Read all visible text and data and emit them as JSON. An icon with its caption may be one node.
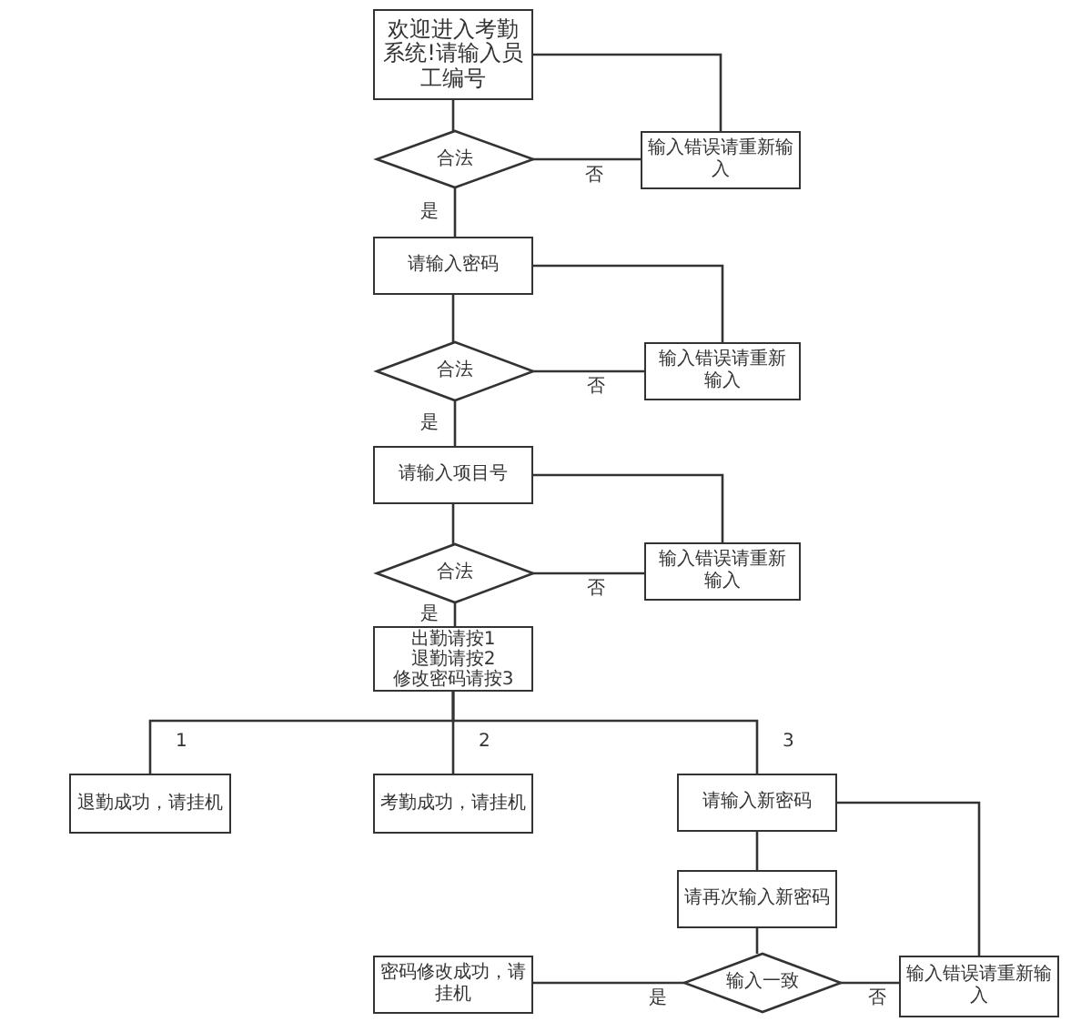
{
  "diagram": {
    "nodes": [
      {
        "text": [
          "欢迎进入考勤系统!请输入员工编号"
        ]
      },
      {
        "text": [
          "合法"
        ]
      },
      {
        "text": [
          "输入错误请重新输入"
        ]
      },
      {
        "text": [
          "请输入密码"
        ]
      },
      {
        "text": [
          "合法"
        ]
      },
      {
        "text": [
          "输入错误请重新输入"
        ]
      },
      {
        "text": [
          "请输入项目号"
        ]
      },
      {
        "text": [
          "合法"
        ]
      },
      {
        "text": [
          "输入错误请重新输入"
        ]
      },
      {
        "text": [
          "出勤请按1 退勤请按2 修改密码请按3"
        ]
      },
      {
        "text": [
          "退勤成功，请挂机"
        ]
      },
      {
        "text": [
          "考勤成功，请挂机"
        ]
      },
      {
        "text": [
          "请输入新密码"
        ]
      },
      {
        "text": [
          "请再次输入新密码"
        ]
      },
      {
        "text": [
          "输入一致"
        ]
      },
      {
        "text": [
          "输入错误请重新输入"
        ]
      },
      {
        "text": [
          "密码修改成功，请挂机"
        ]
      }
    ],
    "edges": [
      {
        "from": 0,
        "to": 1,
        "arrow": "none"
      },
      {
        "from": 1,
        "to": 2,
        "arrow": "none",
        "label": "否"
      },
      {
        "from": 2,
        "to": 0,
        "arrow": "none"
      },
      {
        "from": 1,
        "to": 3,
        "arrow": "none",
        "label": "是"
      },
      {
        "from": 3,
        "to": 4,
        "arrow": "none"
      },
      {
        "from": 4,
        "to": 5,
        "arrow": "none",
        "label": "否"
      },
      {
        "from": 5,
        "to": 3,
        "arrow": "none"
      },
      {
        "from": 4,
        "to": 6,
        "arrow": "none",
        "label": "是"
      },
      {
        "from": 6,
        "to": 7,
        "arrow": "none"
      },
      {
        "from": 7,
        "to": 8,
        "arrow": "none",
        "label": "否"
      },
      {
        "from": 8,
        "to": 6,
        "arrow": "none"
      },
      {
        "from": 7,
        "to": 9,
        "arrow": "none",
        "label": "是"
      },
      {
        "from": 9,
        "to": 10,
        "arrow": "none",
        "label": "1"
      },
      {
        "from": 9,
        "to": 11,
        "arrow": "none",
        "label": "2"
      },
      {
        "from": 9,
        "to": 12,
        "arrow": "none",
        "label": "3"
      },
      {
        "from": 12,
        "to": 13,
        "arrow": "none"
      },
      {
        "from": 13,
        "to": 14,
        "arrow": "none"
      },
      {
        "from": 14,
        "to": 15,
        "arrow": "none",
        "label": "否"
      },
      {
        "from": 15,
        "to": 12,
        "arrow": "none"
      },
      {
        "from": 14,
        "to": 16,
        "arrow": "none",
        "label": "是"
      }
    ]
  }
}
